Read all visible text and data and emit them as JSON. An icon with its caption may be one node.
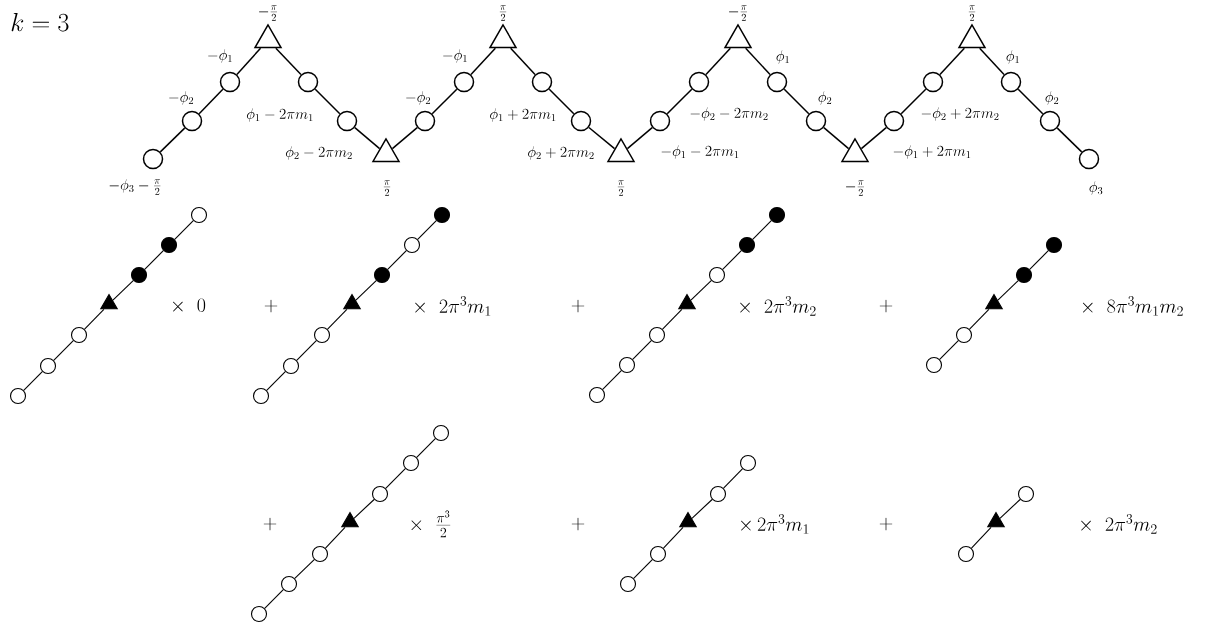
{
  "diagram": {
    "title": "k=3",
    "nodes": [
      {
        "text": [],
        "shape": "circle",
        "beside": [
          "-\\phi_3-\\frac{\\pi}{2}"
        ]
      },
      {
        "text": [],
        "shape": "circle",
        "beside": [
          "-\\phi_2"
        ]
      },
      {
        "text": [],
        "shape": "circle",
        "beside": [
          "-\\phi_1"
        ]
      },
      {
        "text": [],
        "shape": "triangle",
        "beside": [
          "-\\frac{\\pi}{2}"
        ]
      },
      {
        "text": [],
        "shape": "circle",
        "beside": [
          "\\phi_1-2\\pi m_1"
        ]
      },
      {
        "text": [],
        "shape": "circle",
        "beside": [
          "\\phi_2-2\\pi m_2"
        ]
      },
      {
        "text": [],
        "shape": "triangle",
        "beside": [
          "\\frac{\\pi}{2}"
        ]
      },
      {
        "text": [],
        "shape": "circle",
        "beside": [
          "-\\phi_2"
        ]
      },
      {
        "text": [],
        "shape": "circle",
        "beside": [
          "-\\phi_1"
        ]
      },
      {
        "text": [],
        "shape": "triangle",
        "beside": [
          "\\frac{\\pi}{2}"
        ]
      },
      {
        "text": [],
        "shape": "circle",
        "beside": [
          "\\phi_1+2\\pi m_1"
        ]
      },
      {
        "text": [],
        "shape": "circle",
        "beside": [
          "\\phi_2+2\\pi m_2"
        ]
      },
      {
        "text": [],
        "shape": "triangle",
        "beside": [
          "\\frac{\\pi}{2}"
        ]
      },
      {
        "text": [],
        "shape": "circle",
        "beside": [
          "-\\phi_1-2\\pi m_1"
        ]
      },
      {
        "text": [],
        "shape": "circle",
        "beside": [
          "-\\phi_2-2\\pi m_2"
        ]
      },
      {
        "text": [],
        "shape": "triangle",
        "beside": [
          "-\\frac{\\pi}{2}"
        ]
      },
      {
        "text": [],
        "shape": "circle",
        "beside": [
          "\\phi_1"
        ]
      },
      {
        "text": [],
        "shape": "circle",
        "beside": [
          "\\phi_2"
        ]
      },
      {
        "text": [],
        "shape": "triangle",
        "beside": [
          "-\\frac{\\pi}{2}"
        ]
      },
      {
        "text": [],
        "shape": "circle",
        "beside": [
          "-\\phi_1+2\\pi m_1"
        ]
      },
      {
        "text": [],
        "shape": "circle",
        "beside": [
          "-\\phi_2+2\\pi m_2"
        ]
      },
      {
        "text": [],
        "shape": "triangle",
        "beside": [
          "\\frac{\\pi}{2}"
        ]
      },
      {
        "text": [],
        "shape": "circle",
        "beside": [
          "\\phi_1"
        ]
      },
      {
        "text": [],
        "shape": "circle",
        "beside": [
          "\\phi_2"
        ]
      },
      {
        "text": [],
        "shape": "circle",
        "beside": [
          "\\phi_3"
        ]
      },
      {
        "text": [],
        "shape": "circle"
      },
      {
        "text": [],
        "shape": "circle"
      },
      {
        "text": [],
        "shape": "circle"
      },
      {
        "text": [],
        "shape": "solid-triangle"
      },
      {
        "text": [],
        "shape": "dot"
      },
      {
        "text": [],
        "shape": "dot"
      },
      {
        "text": [],
        "shape": "circle"
      },
      {
        "text": [],
        "shape": "circle"
      },
      {
        "text": [],
        "shape": "circle"
      },
      {
        "text": [],
        "shape": "circle"
      },
      {
        "text": [],
        "shape": "solid-triangle"
      },
      {
        "text": [],
        "shape": "dot"
      },
      {
        "text": [],
        "shape": "circle"
      },
      {
        "text": [],
        "shape": "dot"
      },
      {
        "text": [],
        "shape": "circle"
      },
      {
        "text": [],
        "shape": "circle"
      },
      {
        "text": [],
        "shape": "circle"
      },
      {
        "text": [],
        "shape": "solid-triangle"
      },
      {
        "text": [],
        "shape": "circle"
      },
      {
        "text": [],
        "shape": "dot"
      },
      {
        "text": [],
        "shape": "dot"
      },
      {
        "text": [],
        "shape": "circle"
      },
      {
        "text": [],
        "shape": "circle"
      },
      {
        "text": [],
        "shape": "solid-triangle"
      },
      {
        "text": [],
        "shape": "dot"
      },
      {
        "text": [],
        "shape": "dot"
      },
      {
        "text": [],
        "shape": "circle"
      },
      {
        "text": [],
        "shape": "circle"
      },
      {
        "text": [],
        "shape": "circle"
      },
      {
        "text": [],
        "shape": "solid-triangle"
      },
      {
        "text": [],
        "shape": "circle"
      },
      {
        "text": [],
        "shape": "circle"
      },
      {
        "text": [],
        "shape": "circle"
      },
      {
        "text": [],
        "shape": "circle"
      },
      {
        "text": [],
        "shape": "circle"
      },
      {
        "text": [],
        "shape": "solid-triangle"
      },
      {
        "text": [],
        "shape": "circle"
      },
      {
        "text": [],
        "shape": "circle"
      },
      {
        "text": [],
        "shape": "circle"
      },
      {
        "text": [],
        "shape": "solid-triangle"
      },
      {
        "text": [],
        "shape": "circle"
      }
    ],
    "edges": [
      {
        "from": 0,
        "to": 1,
        "arrow": "none"
      },
      {
        "from": 1,
        "to": 2,
        "arrow": "none"
      },
      {
        "from": 2,
        "to": 3,
        "arrow": "none"
      },
      {
        "from": 3,
        "to": 4,
        "arrow": "none"
      },
      {
        "from": 4,
        "to": 5,
        "arrow": "none"
      },
      {
        "from": 5,
        "to": 6,
        "arrow": "none"
      },
      {
        "from": 6,
        "to": 7,
        "arrow": "none"
      },
      {
        "from": 7,
        "to": 8,
        "arrow": "none"
      },
      {
        "from": 8,
        "to": 9,
        "arrow": "none"
      },
      {
        "from": 9,
        "to": 10,
        "arrow": "none"
      },
      {
        "from": 10,
        "to": 11,
        "arrow": "none"
      },
      {
        "from": 11,
        "to": 12,
        "arrow": "none"
      },
      {
        "from": 12,
        "to": 13,
        "arrow": "none"
      },
      {
        "from": 13,
        "to": 14,
        "arrow": "none"
      },
      {
        "from": 14,
        "to": 15,
        "arrow": "none"
      },
      {
        "from": 15,
        "to": 16,
        "arrow": "none"
      },
      {
        "from": 16,
        "to": 17,
        "arrow": "none"
      },
      {
        "from": 17,
        "to": 18,
        "arrow": "none"
      },
      {
        "from": 18,
        "to": 19,
        "arrow": "none"
      },
      {
        "from": 19,
        "to": 20,
        "arrow": "none"
      },
      {
        "from": 20,
        "to": 21,
        "arrow": "none"
      },
      {
        "from": 21,
        "to": 22,
        "arrow": "none"
      },
      {
        "from": 22,
        "to": 23,
        "arrow": "none"
      },
      {
        "from": 23,
        "to": 24,
        "arrow": "none"
      },
      {
        "from": 25,
        "to": 26,
        "arrow": "none"
      },
      {
        "from": 26,
        "to": 27,
        "arrow": "none"
      },
      {
        "from": 27,
        "to": 28,
        "arrow": "none"
      },
      {
        "from": 28,
        "to": 29,
        "arrow": "none"
      },
      {
        "from": 29,
        "to": 30,
        "arrow": "none"
      },
      {
        "from": 30,
        "to": 31,
        "arrow": "none"
      },
      {
        "from": 32,
        "to": 33,
        "arrow": "none"
      },
      {
        "from": 33,
        "to": 34,
        "arrow": "none"
      },
      {
        "from": 34,
        "to": 35,
        "arrow": "none"
      },
      {
        "from": 35,
        "to": 36,
        "arrow": "none"
      },
      {
        "from": 36,
        "to": 37,
        "arrow": "none"
      },
      {
        "from": 37,
        "to": 38,
        "arrow": "none"
      },
      {
        "from": 39,
        "to": 40,
        "arrow": "none"
      },
      {
        "from": 40,
        "to": 41,
        "arrow": "none"
      },
      {
        "from": 41,
        "to": 42,
        "arrow": "none"
      },
      {
        "from": 42,
        "to": 43,
        "arrow": "none"
      },
      {
        "from": 43,
        "to": 44,
        "arrow": "none"
      },
      {
        "from": 44,
        "to": 45,
        "arrow": "none"
      },
      {
        "from": 46,
        "to": 47,
        "arrow": "none"
      },
      {
        "from": 47,
        "to": 48,
        "arrow": "none"
      },
      {
        "from": 48,
        "to": 49,
        "arrow": "none"
      },
      {
        "from": 49,
        "to": 50,
        "arrow": "none"
      },
      {
        "from": 51,
        "to": 52,
        "arrow": "none"
      },
      {
        "from": 52,
        "to": 53,
        "arrow": "none"
      },
      {
        "from": 53,
        "to": 54,
        "arrow": "none"
      },
      {
        "from": 54,
        "to": 55,
        "arrow": "none"
      },
      {
        "from": 55,
        "to": 56,
        "arrow": "none"
      },
      {
        "from": 56,
        "to": 57,
        "arrow": "none"
      },
      {
        "from": 58,
        "to": 59,
        "arrow": "none"
      },
      {
        "from": 59,
        "to": 60,
        "arrow": "none"
      },
      {
        "from": 60,
        "to": 61,
        "arrow": "none"
      },
      {
        "from": 61,
        "to": 62,
        "arrow": "none"
      },
      {
        "from": 63,
        "to": 64,
        "arrow": "none"
      },
      {
        "from": 64,
        "to": 65,
        "arrow": "none"
      }
    ],
    "labels": [
      "\\times\\;\\; 0",
      "+",
      "\\times\\;\\; 2\\pi^3 m_1",
      "+",
      "\\times\\;\\; 2\\pi^3 m_2",
      "+",
      "\\times\\;\\; 8\\pi^3 m_1 m_2",
      "+",
      "\\times\\;\\; \\frac{\\pi^3}{2}",
      "+",
      "\\times\\, 2\\pi^3 m_1",
      "+",
      "\\times\\;\\; 2\\pi^3 m_2"
    ]
  }
}
